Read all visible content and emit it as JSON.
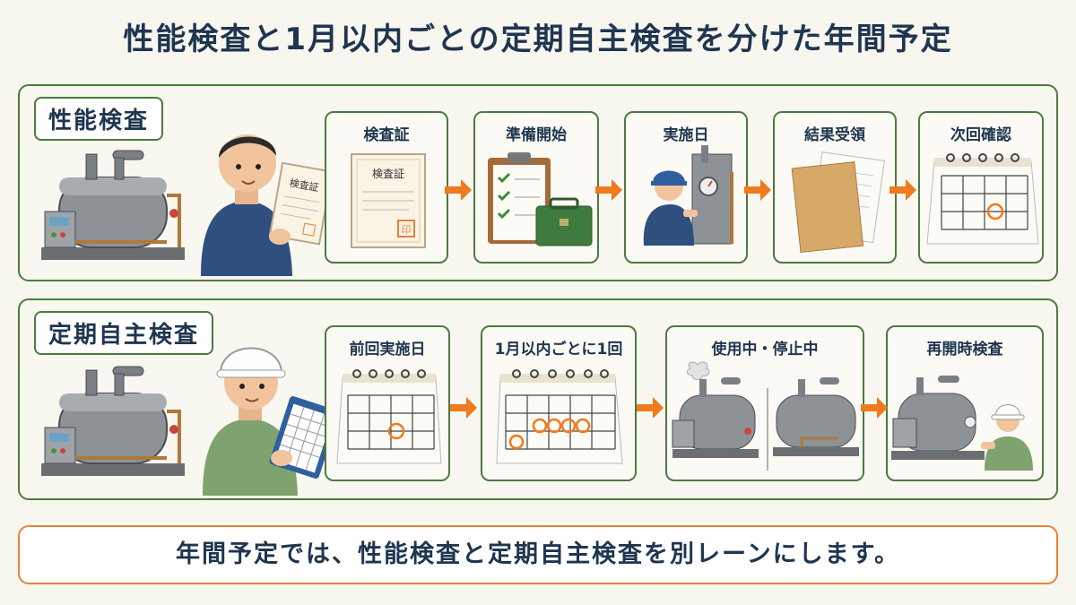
{
  "title": "性能検査と1月以内ごとの定期自主検査を分けた年間予定",
  "lanes": [
    {
      "label": "性能検査",
      "steps": [
        {
          "label": "検査証",
          "icon": "certificate-icon",
          "doc_text": "検査証",
          "stamp": "印"
        },
        {
          "label": "準備開始",
          "icon": "clipboard-toolbox-icon"
        },
        {
          "label": "実施日",
          "icon": "worker-inspecting-icon"
        },
        {
          "label": "結果受領",
          "icon": "documents-icon"
        },
        {
          "label": "次回確認",
          "icon": "calendar-icon"
        }
      ]
    },
    {
      "label": "定期自主検査",
      "steps": [
        {
          "label": "前回実施日",
          "icon": "calendar-icon"
        },
        {
          "label": "1月以内ごとに1回",
          "icon": "calendar-monthly-icon"
        },
        {
          "label": "使用中・停止中",
          "icon": "boilers-operating-stopped-icon"
        },
        {
          "label": "再開時検査",
          "icon": "boiler-inspection-icon"
        }
      ]
    }
  ],
  "doc_in_hand_text": "検査証",
  "footer": "年間予定では、性能検査と定期自主検査を別レーンにします。",
  "colors": {
    "lane_border": "#4b7b3e",
    "arrow": "#f07a1e",
    "footer_border": "#e8823a",
    "text": "#1f3550",
    "highlight_circle": "#f07a1e"
  }
}
